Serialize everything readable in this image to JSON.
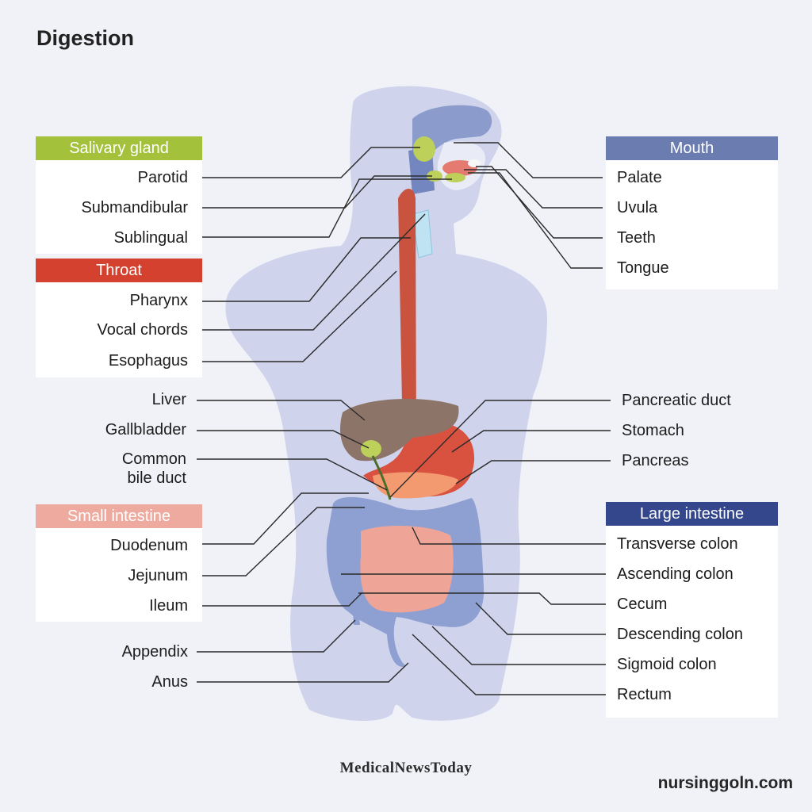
{
  "title": "Digestion",
  "groups": {
    "salivary": {
      "header": "Salivary gland",
      "color": "#a4c13b",
      "items": [
        "Parotid",
        "Submandibular",
        "Sublingual"
      ]
    },
    "throat": {
      "header": "Throat",
      "color": "#d4412f",
      "items": [
        "Pharynx",
        "Vocal chords",
        "Esophagus"
      ]
    },
    "mouth": {
      "header": "Mouth",
      "color": "#6a7cb0",
      "items": [
        "Palate",
        "Uvula",
        "Teeth",
        "Tongue"
      ]
    },
    "small_intestine": {
      "header": "Small intestine",
      "color": "#eeaa9e",
      "items": [
        "Duodenum",
        "Jejunum",
        "Ileum"
      ]
    },
    "large_intestine": {
      "header": "Large intestine",
      "color": "#34478c",
      "items": [
        "Transverse colon",
        "Ascending colon",
        "Cecum",
        "Descending colon",
        "Sigmoid colon",
        "Rectum"
      ]
    }
  },
  "left_labels": [
    "Liver",
    "Gallbladder",
    "Common",
    "bile duct",
    "Appendix",
    "Anus"
  ],
  "right_labels": [
    "Pancreatic duct",
    "Stomach",
    "Pancreas"
  ],
  "brand": "MedicalNewsToday",
  "watermark": "nursinggoln.com",
  "colors": {
    "background": "#f1f2f8",
    "body": "#cfd4ec",
    "head": "#8a9bcc",
    "esophagus": "#c9533f",
    "stomach": "#d9513f",
    "liver": "#8d7468",
    "gallbladder": "#bcd05a",
    "pancreas": "#f39a70",
    "small_intestine": "#eea597",
    "large_intestine": "#8ea0d2"
  }
}
